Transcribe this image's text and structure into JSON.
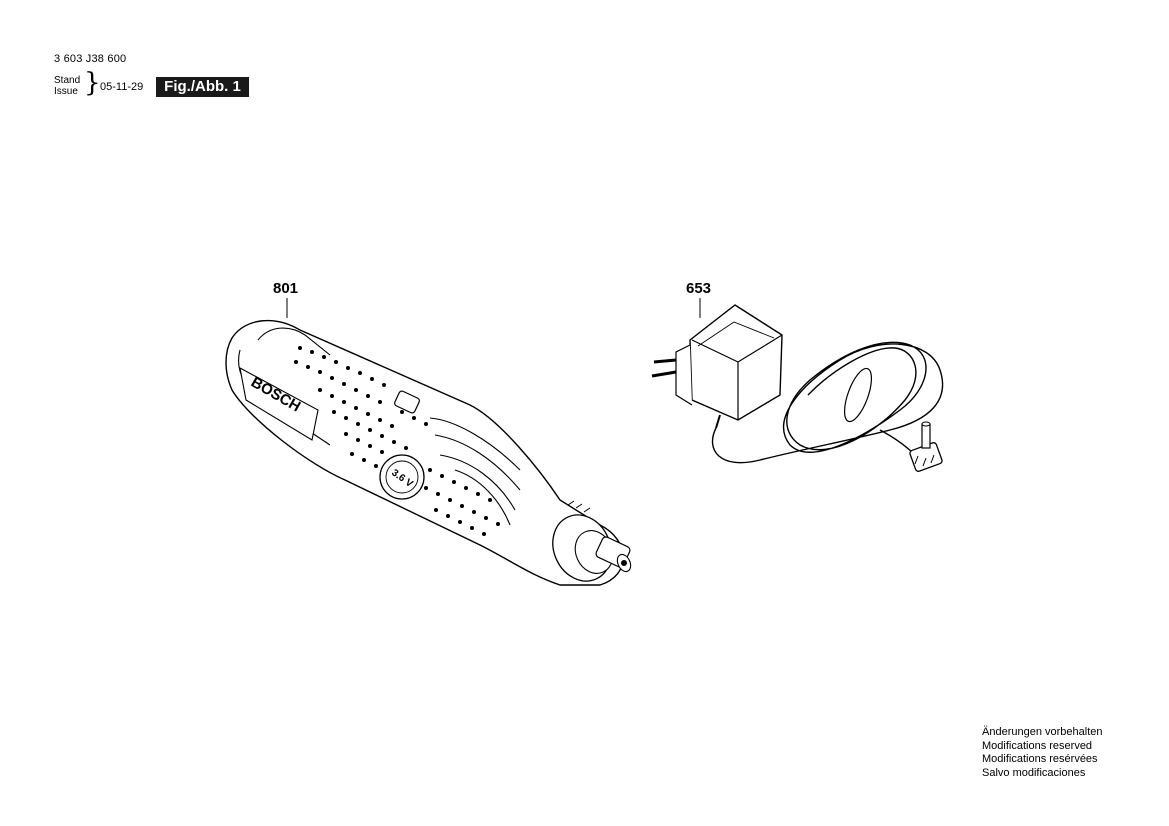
{
  "header": {
    "doc_number": "3 603 J38 600",
    "stand_label": "Stand",
    "issue_label": "Issue",
    "brace": "}",
    "date": "05-11-29",
    "figure_label": "Fig./Abb. 1"
  },
  "parts": [
    {
      "number": "801",
      "brand_text": "BOSCH",
      "voltage_text": "3.6 V"
    },
    {
      "number": "653"
    }
  ],
  "notes": [
    "Änderungen vorbehalten",
    "Modifications reserved",
    "Modifications resérvées",
    "Salvo modificaciones"
  ]
}
